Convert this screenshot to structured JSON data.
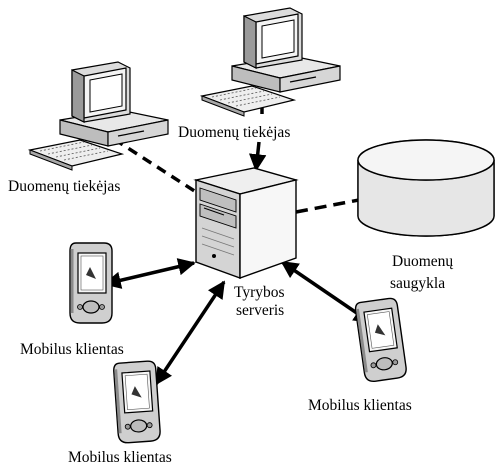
{
  "labels": {
    "provider_top": "Duomenų tiekėjas",
    "provider_left": "Duomenų tiekėjas",
    "server_line1": "Tyrybos",
    "server_line2": "serveris",
    "storage_line1": "Duomenų",
    "storage_line2": "saugykla",
    "mobile_left": "Mobilus klientas",
    "mobile_bottom": "Mobilus klientas",
    "mobile_right": "Mobilus klientas"
  },
  "icons": [
    "desktop-computer-icon",
    "server-tower-icon",
    "database-cylinder-icon",
    "pda-device-icon"
  ],
  "colors": {
    "line": "#000000",
    "screen": "#ffffff",
    "body": "#d9d9d9",
    "shade": "#8c8c8c"
  }
}
